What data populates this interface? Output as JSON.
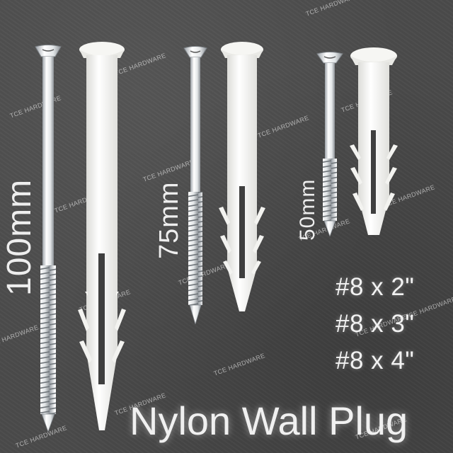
{
  "title": "Nylon Wall Plug",
  "size_labels": [
    {
      "text": "100mm"
    },
    {
      "text": "75mm"
    },
    {
      "text": "50mm"
    }
  ],
  "specs": [
    {
      "text": "#8 x 2\""
    },
    {
      "text": "#8 x 3\""
    },
    {
      "text": "#8 x 4\""
    }
  ],
  "watermark": "TCE HARDWARE",
  "colors": {
    "background": "#4b4b4b",
    "text": "#f0f0f0",
    "plug": "#f4f4f2",
    "screw": "#e6e8ea"
  }
}
